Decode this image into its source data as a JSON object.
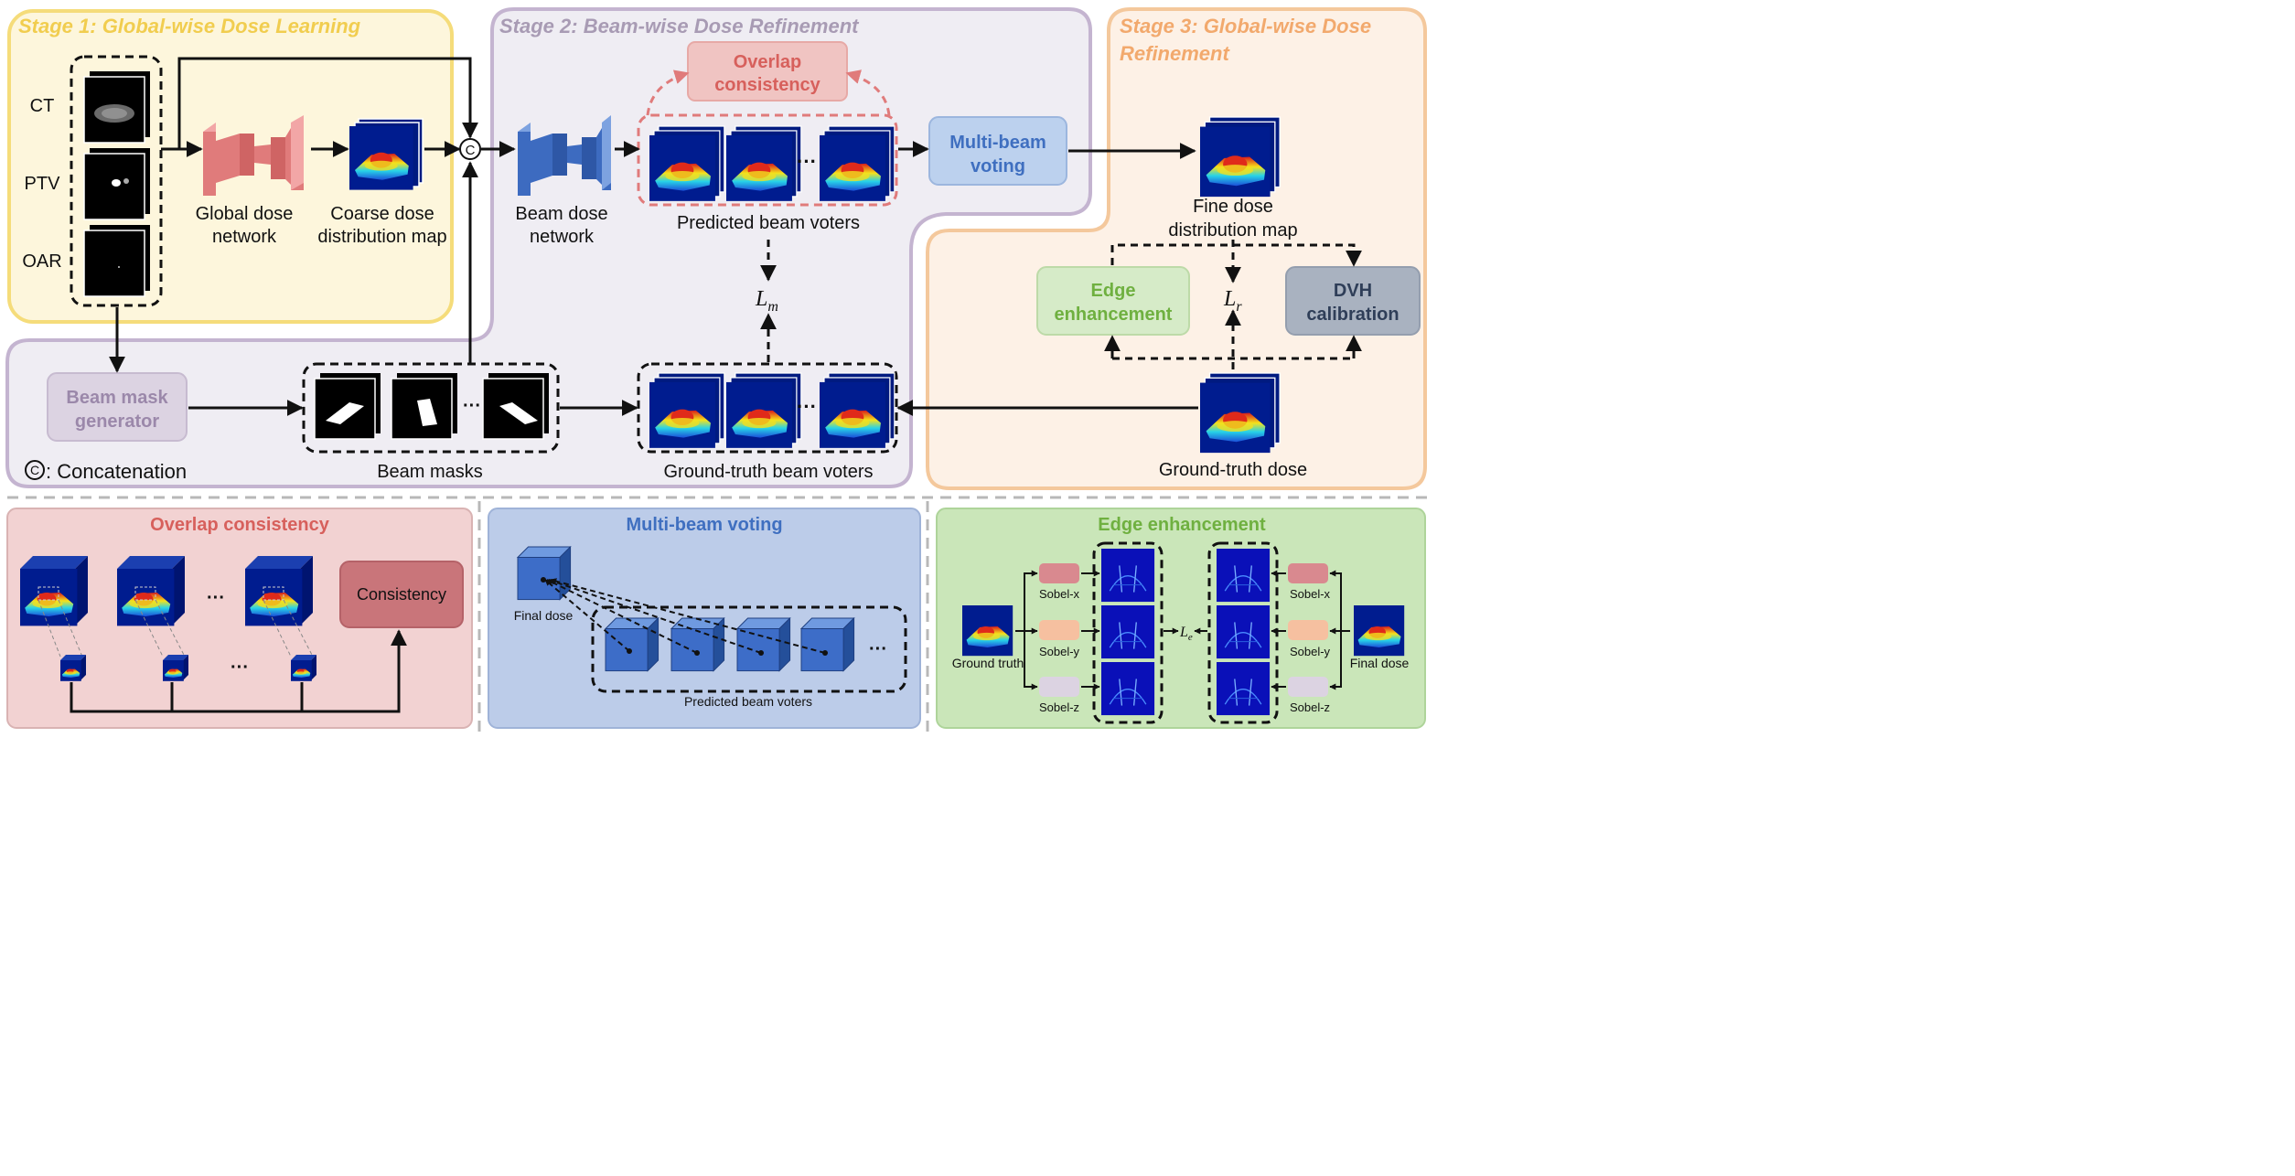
{
  "stage1": {
    "title": "Stage 1: Global-wise Dose Learning"
  },
  "stage2": {
    "title": "Stage 2: Beam-wise Dose Refinement"
  },
  "stage3": {
    "title_line1": "Stage 3: Global-wise Dose",
    "title_line2": "Refinement"
  },
  "inputs": {
    "ct": "CT",
    "ptv": "PTV",
    "oar": "OAR"
  },
  "global_net": {
    "line1": "Global dose",
    "line2": "network"
  },
  "coarse_map": {
    "line1": "Coarse dose",
    "line2": "distribution map"
  },
  "beam_net": {
    "line1": "Beam dose",
    "line2": "network"
  },
  "pred_voters": "Predicted beam voters",
  "overlap": {
    "line1": "Overlap",
    "line2": "consistency"
  },
  "multibeam": {
    "line1": "Multi-beam",
    "line2": "voting"
  },
  "fine_map": {
    "line1": "Fine dose",
    "line2": "distribution map"
  },
  "edge": {
    "line1": "Edge",
    "line2": "enhancement"
  },
  "dvh": {
    "line1": "DVH",
    "line2": "calibration"
  },
  "loss_m": {
    "base": "L",
    "sub": "m"
  },
  "loss_r": {
    "base": "L",
    "sub": "r"
  },
  "loss_e": {
    "base": "L",
    "sub": "e"
  },
  "beam_mask_gen": {
    "line1": "Beam mask",
    "line2": "generator"
  },
  "concat_symbol": "C",
  "concat_legend": ": Concatenation",
  "beam_masks": "Beam masks",
  "gt_voters": "Ground-truth beam voters",
  "gt_dose": "Ground-truth dose",
  "ellipsis": "···",
  "bottom_overlap": {
    "title": "Overlap consistency",
    "consistency": "Consistency"
  },
  "bottom_multibeam": {
    "title": "Multi-beam voting",
    "final_dose": "Final dose",
    "pred_voters": "Predicted beam voters"
  },
  "bottom_edge": {
    "title": "Edge enhancement",
    "ground_truth": "Ground truth",
    "final_dose": "Final dose",
    "sobel_x": "Sobel-x",
    "sobel_y": "Sobel-y",
    "sobel_z": "Sobel-z"
  },
  "colors": {
    "stage1_fill": "#fdf6dc",
    "stage1_border": "#f5dc7a",
    "stage1_title": "#f1cd4f",
    "stage2_fill": "#efedf3",
    "stage2_border": "#c4b4d0",
    "stage2_title": "#a89bb4",
    "stage3_fill": "#fdf1e6",
    "stage3_border": "#f4c89c",
    "stage3_title": "#f2a96d",
    "network_red": "#e07b7b",
    "network_blue": "#3d6bc0",
    "overlap_box": "#f0c4c2",
    "overlap_text": "#d7605c",
    "multibeam_box": "#bcd1ee",
    "multibeam_text": "#3f6fc0",
    "edge_box": "#d6ebc8",
    "edge_text": "#6fb040",
    "dvh_box": "#a9b2c0",
    "dvh_text": "#2f3e58",
    "maskgen_box": "#dcd3e2",
    "maskgen_text": "#9b88aa",
    "bottom_red_fill": "#f2d2d2",
    "bottom_blue_fill": "#bccce9",
    "bottom_green_fill": "#cae6b9"
  }
}
